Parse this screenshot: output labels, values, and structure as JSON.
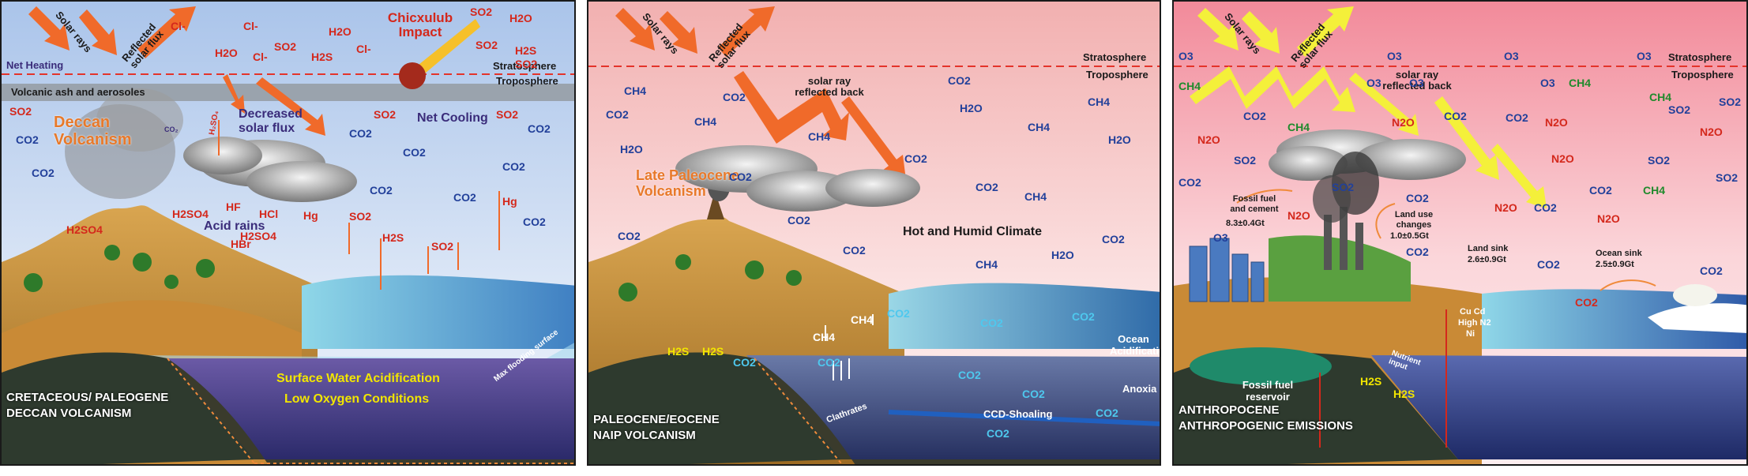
{
  "panel1": {
    "solar_rays": "Solar rays",
    "reflected_flux": "Reflected solar flux",
    "impact": "Chicxulub Impact",
    "net_heating": "Net Heating",
    "stratosphere": "Stratosphere",
    "troposphere": "Troposphere",
    "ash_band": "Volcanic ash and aerosoles",
    "volcanism": "Deccan Volcanism",
    "decreased_flux": "Decreased solar flux",
    "net_cooling": "Net Cooling",
    "acid_rains": "Acid rains",
    "h2so4_small": "H₂SO₄",
    "co2_small": "CO₂",
    "acidification": "Surface Water Acidification",
    "low_oxygen": "Low Oxygen Conditions",
    "flooding_surface": "Max flooding surface",
    "caption_line1": "CRETACEOUS/ PALEOGENE",
    "caption_line2": "DECCAN VOLCANISM",
    "gas_labels": {
      "cl1": "Cl-",
      "cl2": "Cl-",
      "cl3": "Cl-",
      "cl4": "Cl-",
      "h2o1": "H2O",
      "h2o2": "H2O",
      "h2o3": "H2O",
      "so2a": "SO2",
      "so2b": "SO2",
      "so2c": "SO2",
      "so2d": "SO2",
      "so2e": "SO2",
      "so2f": "SO2",
      "so2g": "SO2",
      "so2h": "SO2",
      "so2i": "SO2",
      "h2s1": "H2S",
      "h2s2": "H2S",
      "h2s3": "H2S",
      "co2a": "CO2",
      "co2b": "CO2",
      "co2c": "CO2",
      "co2d": "CO2",
      "co2e": "CO2",
      "co2f": "CO2",
      "co2g": "CO2",
      "co2h": "CO2",
      "co2i": "CO2",
      "h2so4a": "H2SO4",
      "h2so4b": "H2SO4",
      "h2so4c": "H2SO4",
      "hf": "HF",
      "hcl": "HCl",
      "hg1": "Hg",
      "hg2": "Hg",
      "hbr": "HBr"
    }
  },
  "panel2": {
    "solar_rays": "Solar rays",
    "reflected_flux": "Reflected solar flux",
    "stratosphere": "Stratosphere",
    "troposphere": "Troposphere",
    "reflected_back": "solar ray reflected back",
    "volcanism": "Late Paleocene Volcanism",
    "climate": "Hot and Humid Climate",
    "clathrates": "Clathrates",
    "ccd": "CCD-Shoaling",
    "ocean_acid": "Ocean Acidification",
    "anoxia": "Anoxia",
    "caption_line1": "PALEOCENE/EOCENE",
    "caption_line2": "NAIP VOLCANISM",
    "gas_labels": {
      "co2a": "CO2",
      "co2b": "CO2",
      "co2c": "CO2",
      "co2d": "CO2",
      "co2e": "CO2",
      "co2f": "CO2",
      "co2g": "CO2",
      "co2h": "CO2",
      "co2i": "CO2",
      "co2j": "CO2",
      "co2k": "CO2",
      "co2l": "CO2",
      "co2m": "CO2",
      "co2n": "CO2",
      "co2o": "CO2",
      "co2p": "CO2",
      "co2q": "CO2",
      "co2r": "CO2",
      "co2s": "CO2",
      "ch4a": "CH4",
      "ch4b": "CH4",
      "ch4c": "CH4",
      "ch4d": "CH4",
      "ch4e": "CH4",
      "ch4f": "CH4",
      "ch4g": "CH4",
      "ch4h": "CH4",
      "ch4i": "CH4",
      "h2oa": "H2O",
      "h2ob": "H2O",
      "h2oc": "H2O",
      "h2od": "H2O",
      "h2s1": "H2S",
      "h2s2": "H2S"
    }
  },
  "panel3": {
    "solar_rays": "Solar rays",
    "reflected_flux": "Reflected solar flux",
    "stratosphere": "Stratosphere",
    "troposphere": "Troposphere",
    "reflected_back": "solar ray reflected back",
    "fossil_fuel": "Fossil fuel and cement",
    "fossil_value": "8.3±0.4Gt",
    "land_use": "Land use changes",
    "land_use_value": "1.0±0.5Gt",
    "land_sink": "Land sink",
    "land_sink_value": "2.6±0.9Gt",
    "ocean_sink": "Ocean sink",
    "ocean_sink_value": "2.5±0.9Gt",
    "reservoir": "Fossil fuel reservoir",
    "nutrient": "Nutrient input",
    "metals1": "Cu  Cd",
    "metals2": "High N2",
    "metals3": "Ni",
    "caption_line1": "ANTHROPOCENE",
    "caption_line2": "ANTHROPOGENIC EMISSIONS",
    "gas_labels": {
      "o3a": "O3",
      "o3b": "O3",
      "o3c": "O3",
      "o3d": "O3",
      "o3e": "O3",
      "o3f": "O3",
      "o3g": "O3",
      "o3h": "O3",
      "ch4a": "CH4",
      "ch4b": "CH4",
      "ch4c": "CH4",
      "ch4d": "CH4",
      "ch4e": "CH4",
      "co2a": "CO2",
      "co2b": "CO2",
      "co2c": "CO2",
      "co2d": "CO2",
      "co2e": "CO2",
      "co2f": "CO2",
      "co2g": "CO2",
      "co2h": "CO2",
      "co2i": "CO2",
      "co2j": "CO2",
      "co2k": "CO2",
      "n2oa": "N2O",
      "n2ob": "N2O",
      "n2oc": "N2O",
      "n2od": "N2O",
      "n2oe": "N2O",
      "n2of": "N2O",
      "n2og": "N2O",
      "n2oh": "N2O",
      "so2a": "SO2",
      "so2b": "SO2",
      "so2c": "SO2",
      "so2d": "SO2",
      "so2e": "SO2",
      "so2f": "SO2",
      "h2s1": "H2S",
      "h2s2": "H2S"
    }
  }
}
